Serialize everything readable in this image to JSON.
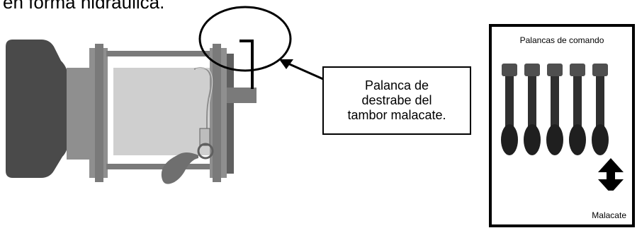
{
  "top_text": "en forma hidráulica.",
  "callout": {
    "text": "Palanca de\ndestrabe del\ntambor malacate."
  },
  "panel": {
    "title": "Palancas de comando",
    "bottom_label": "Malacate"
  },
  "colors": {
    "dark_gray": "#4a4a4a",
    "mid_gray": "#8f8f8f",
    "light_gray": "#cfcfcf",
    "black": "#000000"
  }
}
